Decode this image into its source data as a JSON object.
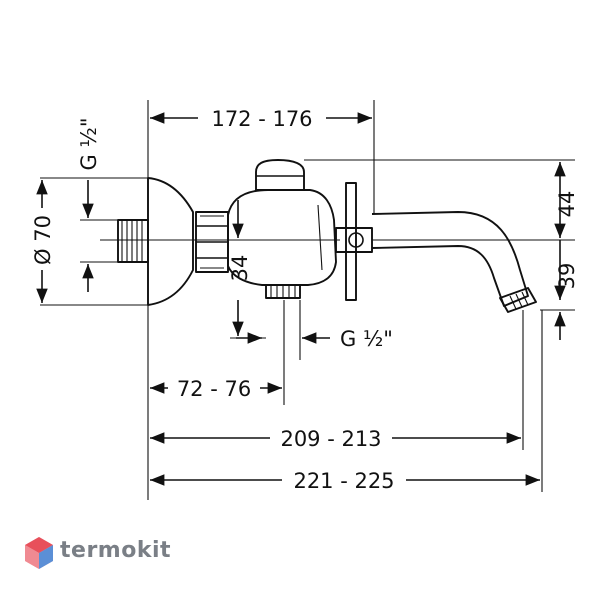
{
  "dimensions": {
    "top_width": "172 - 176",
    "outlet_height": "44",
    "spout_offset": "39",
    "flange_diameter": "Ø 70",
    "inlet_thread": "G ½\"",
    "pipe_34": "34",
    "bottom_thread": "G ½\"",
    "inlet_distance": "72 - 76",
    "spout_length": "209 - 213",
    "total_length": "221 - 225"
  },
  "watermark": {
    "brand": "termokit"
  },
  "colors": {
    "line": "#111111",
    "watermark_gray": "#7a7f86",
    "logo_red": "#e8505b",
    "logo_blue": "#5b8fd6"
  }
}
